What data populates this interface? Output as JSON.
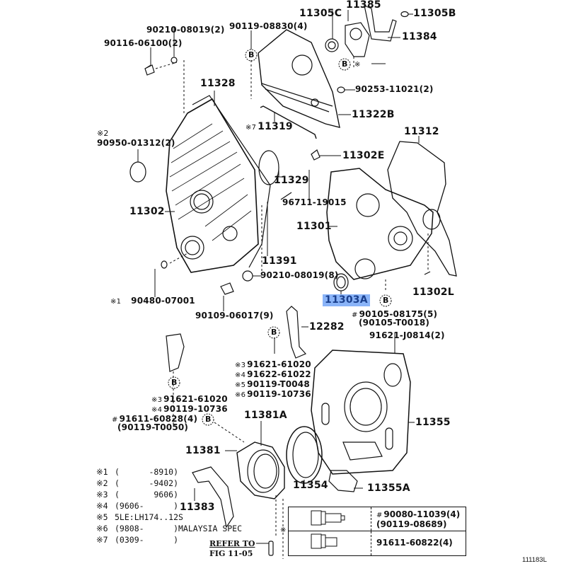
{
  "figure_id": "111183L",
  "callouts": {
    "p11385": "11385",
    "p11305C": "11305C",
    "p11305B": "11305B",
    "p11384": "11384",
    "p90210_top": "90210-08019(2)",
    "p90116": "90116-06100(2)",
    "p90119_08830": "90119-08830(4)",
    "p90253": "90253-11021(2)",
    "p11328": "11328",
    "p11322B": "11322B",
    "p11319_mark": "※7",
    "p11319": "11319",
    "p90950_mark": "※2",
    "p90950": "90950-01312(2)",
    "p11312": "11312",
    "p11302E": "11302E",
    "p11329": "11329",
    "p96711": "96711-19015",
    "p11302": "11302",
    "p11301": "11301",
    "p11391": "11391",
    "p90210_mid": "90210-08019(8)",
    "p90480_mark": "※1",
    "p90480": "90480-07001",
    "p11303A": "11303A",
    "p11302L": "11302L",
    "p90109": "90109-06017(9)",
    "p90105_mark": "#",
    "p90105": "90105-08175(5)",
    "p90105_alt": "(90105-T0018)",
    "p12282": "12282",
    "p91621_J": "91621-J0814(2)",
    "group_right": [
      {
        "mark": "※3",
        "part": "91621-61020"
      },
      {
        "mark": "※4",
        "part": "91622-61022"
      },
      {
        "mark": "※5",
        "part": "90119-T0048"
      },
      {
        "mark": "※6",
        "part": "90119-10736"
      }
    ],
    "group_left": [
      {
        "mark": "※3",
        "part": "91621-61020"
      },
      {
        "mark": "※4",
        "part": "90119-10736"
      }
    ],
    "p91611_mark": "#",
    "p91611": "91611-60828(4)",
    "p91611_alt": "(90119-T0050)",
    "p11381A": "11381A",
    "p11355": "11355",
    "p11381": "11381",
    "p11354": "11354",
    "p11355A": "11355A",
    "p11383": "11383",
    "ref_b": "B"
  },
  "notes": [
    {
      "key": "※1",
      "value": "(      -8910)"
    },
    {
      "key": "※2",
      "value": "(      -9402)"
    },
    {
      "key": "※3",
      "value": "(       9606)"
    },
    {
      "key": "※4",
      "value": "(9606-      )"
    },
    {
      "key": "※5",
      "value": "5LE:LH174..12S"
    },
    {
      "key": "※6",
      "value": "(9808-      )MALAYSIA SPEC"
    },
    {
      "key": "※7",
      "value": "(0309-      )"
    }
  ],
  "refer": {
    "line1": "REFER TO",
    "line2": "FIG 11-05"
  },
  "bolt_table": {
    "mark": "※",
    "rows": [
      {
        "mark": "#",
        "part": "90080-11039(4)",
        "alt": "(90119-08689)"
      },
      {
        "mark": "",
        "part": "91611-60822(4)",
        "alt": ""
      }
    ]
  },
  "colors": {
    "highlight": "#8ab4f8",
    "highlight_text": "#1a3f8c",
    "ink": "#111111"
  }
}
